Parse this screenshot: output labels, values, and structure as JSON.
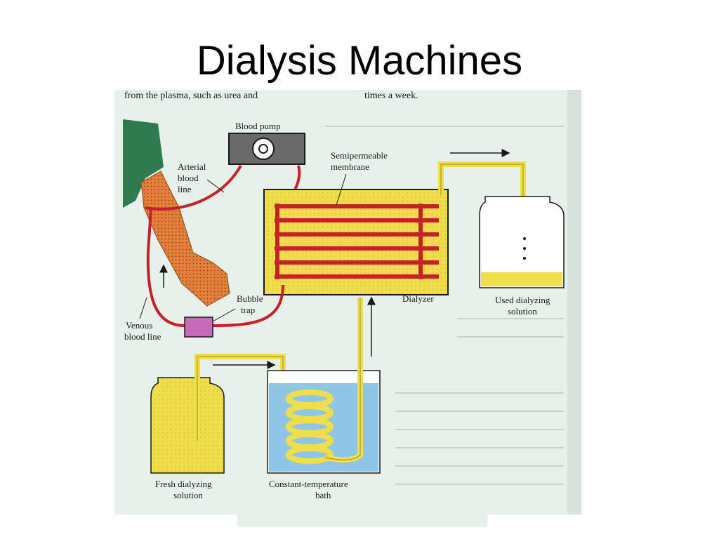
{
  "title": "Dialysis Machines",
  "figure": {
    "page_text_top_left": "from the plasma, such as urea and",
    "page_text_top_right": "times a week.",
    "labels": {
      "blood_pump": "Blood pump",
      "arterial_line_1": "Arterial",
      "arterial_line_2": "blood",
      "arterial_line_3": "line",
      "membrane_1": "Semipermeable",
      "membrane_2": "membrane",
      "bubble_trap_1": "Bubble",
      "bubble_trap_2": "trap",
      "venous_line_1": "Venous",
      "venous_line_2": "blood line",
      "dialyzer": "Dialyzer",
      "used_solution_1": "Used dialyzing",
      "used_solution_2": "solution",
      "fresh_solution_1": "Fresh dialyzing",
      "fresh_solution_2": "solution",
      "bath_1": "Constant-temperature",
      "bath_2": "bath"
    },
    "colors": {
      "page_background": "#e7f1ea",
      "blood": "#c8202a",
      "dialysate": "#f0dd4a",
      "bath_water": "#8fc6e6",
      "sleeve": "#2f7a4e",
      "arm": "#e0833a",
      "bubble_trap": "#c56bb8",
      "pump_body": "#6a6a6a"
    }
  }
}
